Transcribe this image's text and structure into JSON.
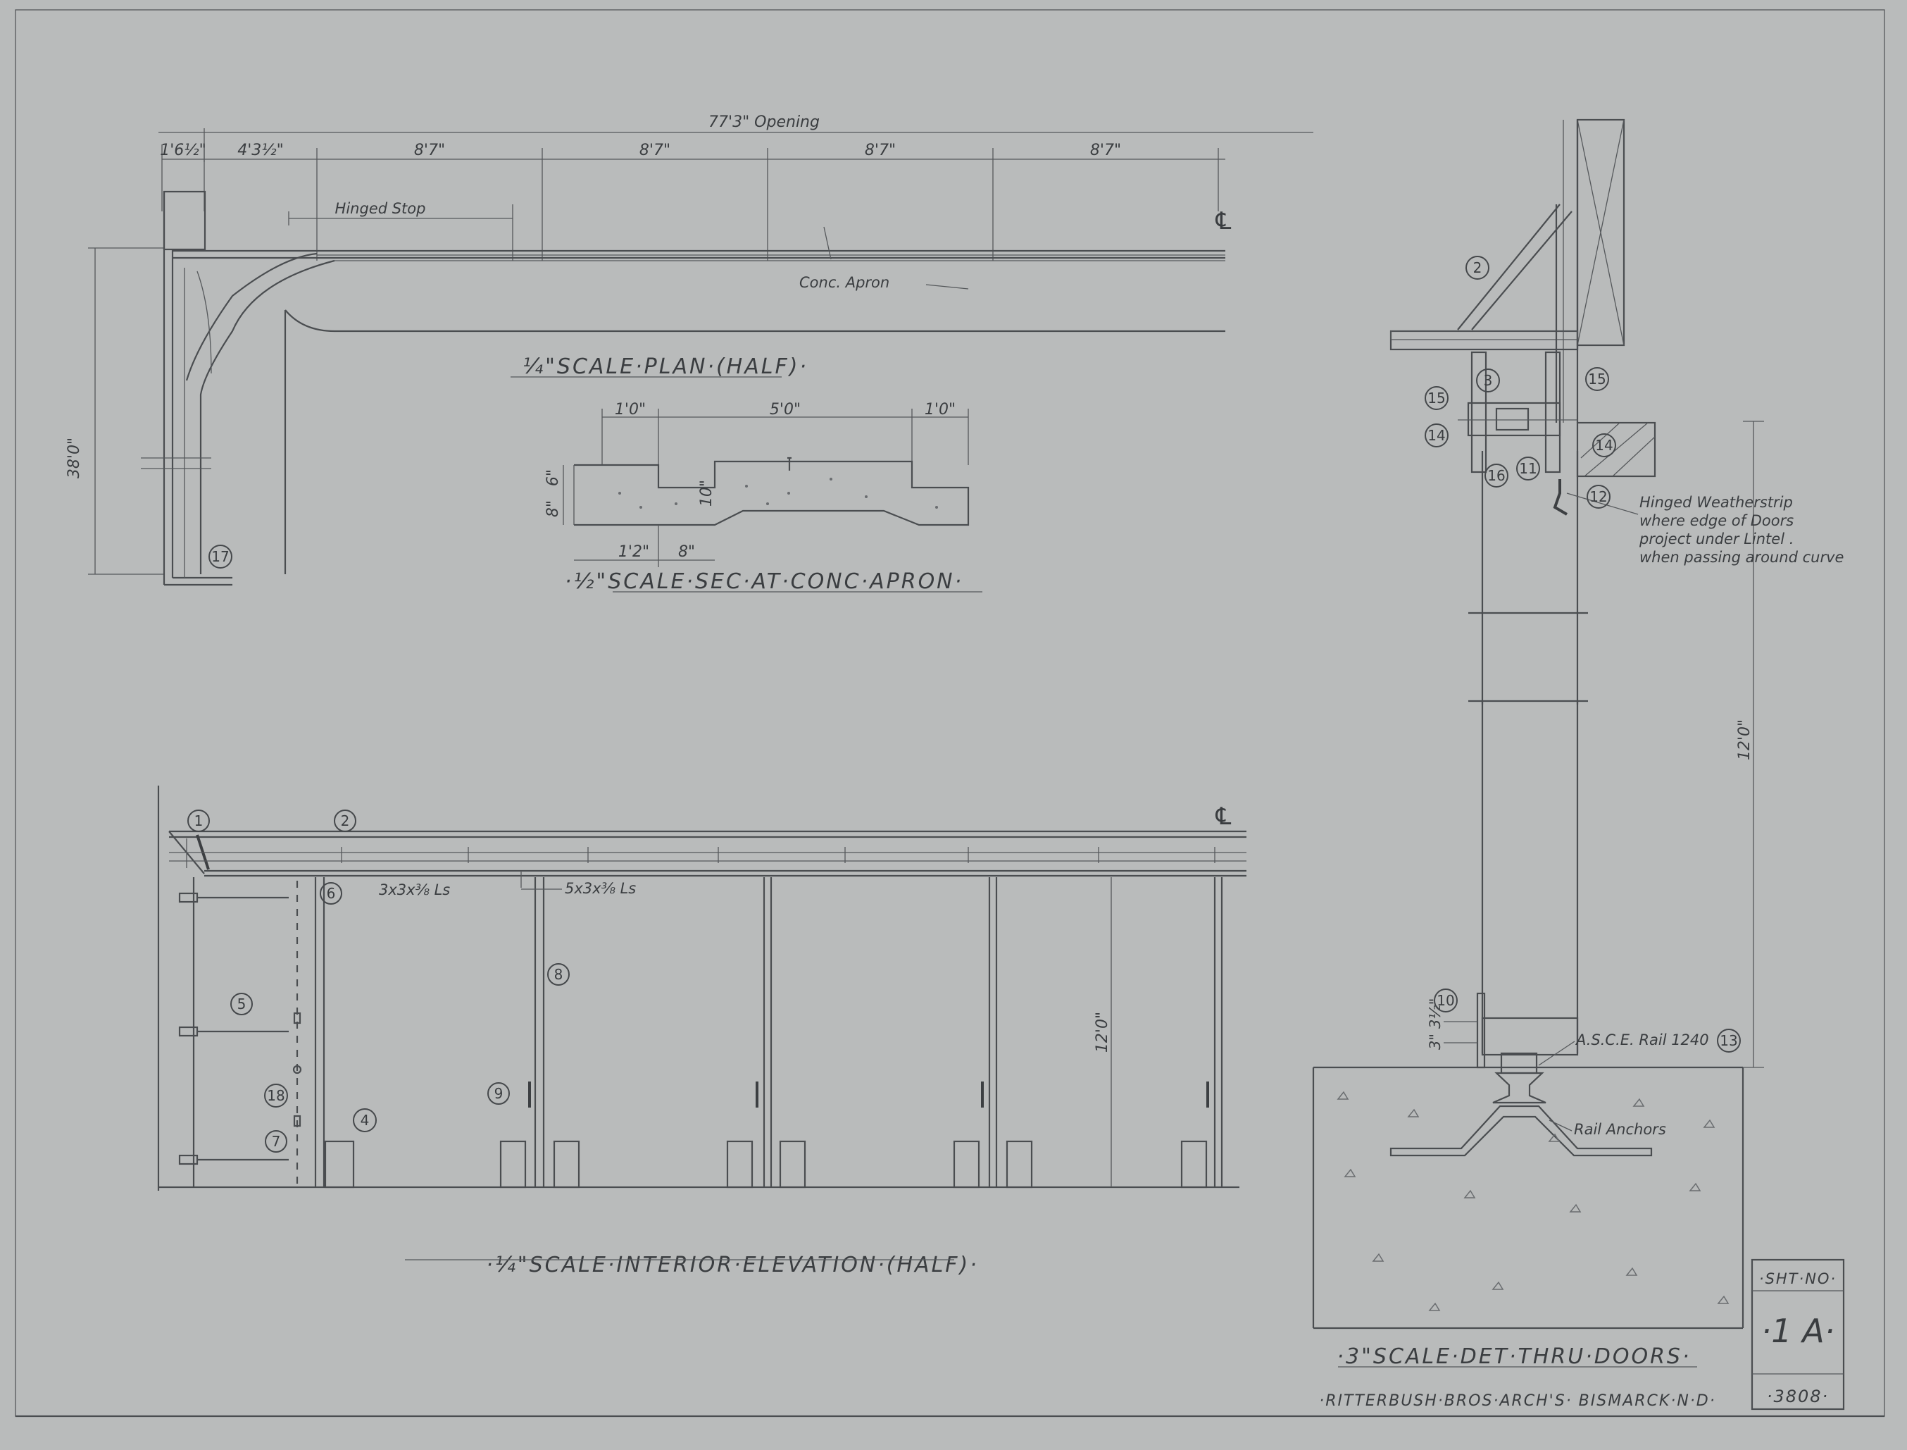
{
  "plan": {
    "title": "¼\"SCALE·PLAN·(HALF)·",
    "opening": "77'3\" Opening",
    "dims": [
      "1'6½\"",
      "4'3½\"",
      "8'7\"",
      "8'7\"",
      "8'7\"",
      "8'7\""
    ],
    "hinged_stop": "Hinged Stop",
    "apron": "Conc. Apron",
    "depth": "38'0\"",
    "centerline": "℄",
    "callout": "17"
  },
  "section": {
    "title": "·½\"SCALE·SEC·AT·CONC·APRON·",
    "top_dims": [
      "1'0\"",
      "5'0\"",
      "1'0\""
    ],
    "bottom_dims": [
      "1'2\"",
      "8\""
    ],
    "side_dims": [
      "6\"",
      "8\"",
      "10\""
    ]
  },
  "elevation": {
    "title": "·¼\"SCALE·INTERIOR·ELEVATION·(HALF)·",
    "angle_1": "3x3x⅜ Ls",
    "angle_2": "5x3x⅜ Ls",
    "height": "12'0\"",
    "centerline": "℄",
    "callouts": [
      "1",
      "2",
      "4",
      "5",
      "6",
      "7",
      "8",
      "9",
      "18"
    ]
  },
  "detail": {
    "title": "·3\"SCALE·DET·THRU·DOORS·",
    "weatherstrip_note": [
      "Hinged Weatherstrip",
      "where edge of Doors",
      "project under Lintel .",
      "when passing around curve"
    ],
    "rail": "A.S.C.E. Rail 1240",
    "anchors": "Rail Anchors",
    "height": "12'0\"",
    "small_dims": [
      "3\"",
      "3½\""
    ],
    "callouts": [
      "2",
      "3",
      "10",
      "11",
      "12",
      "13",
      "14",
      "14",
      "15",
      "15",
      "16"
    ]
  },
  "title_block": {
    "architects": "·RITTERBUSH·BROS·ARCH'S·  BISMARCK·N·D·",
    "sheet_label": "·SHT·NO·",
    "sheet_no": "·1 A·",
    "job_no": "·3808·"
  }
}
